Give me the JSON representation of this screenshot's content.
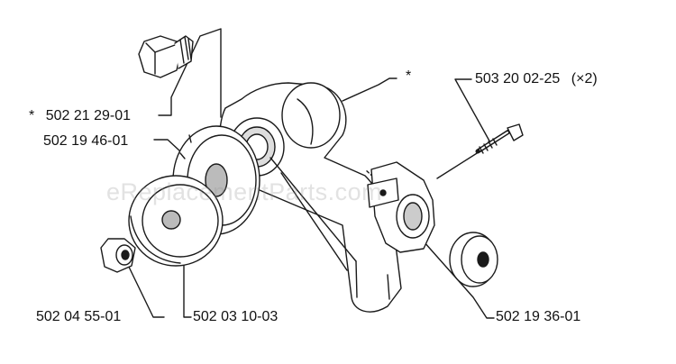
{
  "diagram": {
    "watermark": "eReplacementParts.com",
    "ink_color": "#1a1a1a",
    "parts": [
      {
        "id": "plug",
        "number": "502 21 29-01",
        "marker": "*",
        "icon": "threaded-plug-icon"
      },
      {
        "id": "flange",
        "number": "502 19 46-01",
        "icon": "flange-disc-icon"
      },
      {
        "id": "nut",
        "number": "502 04 55-01",
        "icon": "hex-nut-icon"
      },
      {
        "id": "blade-disc",
        "number": "502 03 10-03",
        "icon": "support-disc-icon"
      },
      {
        "id": "washer",
        "number": "502 19 36-01",
        "icon": "washer-icon"
      },
      {
        "id": "screw",
        "number": "503 20 02-25",
        "quantity": "(×2)",
        "icon": "screw-icon"
      }
    ],
    "housing_marker": "*"
  }
}
